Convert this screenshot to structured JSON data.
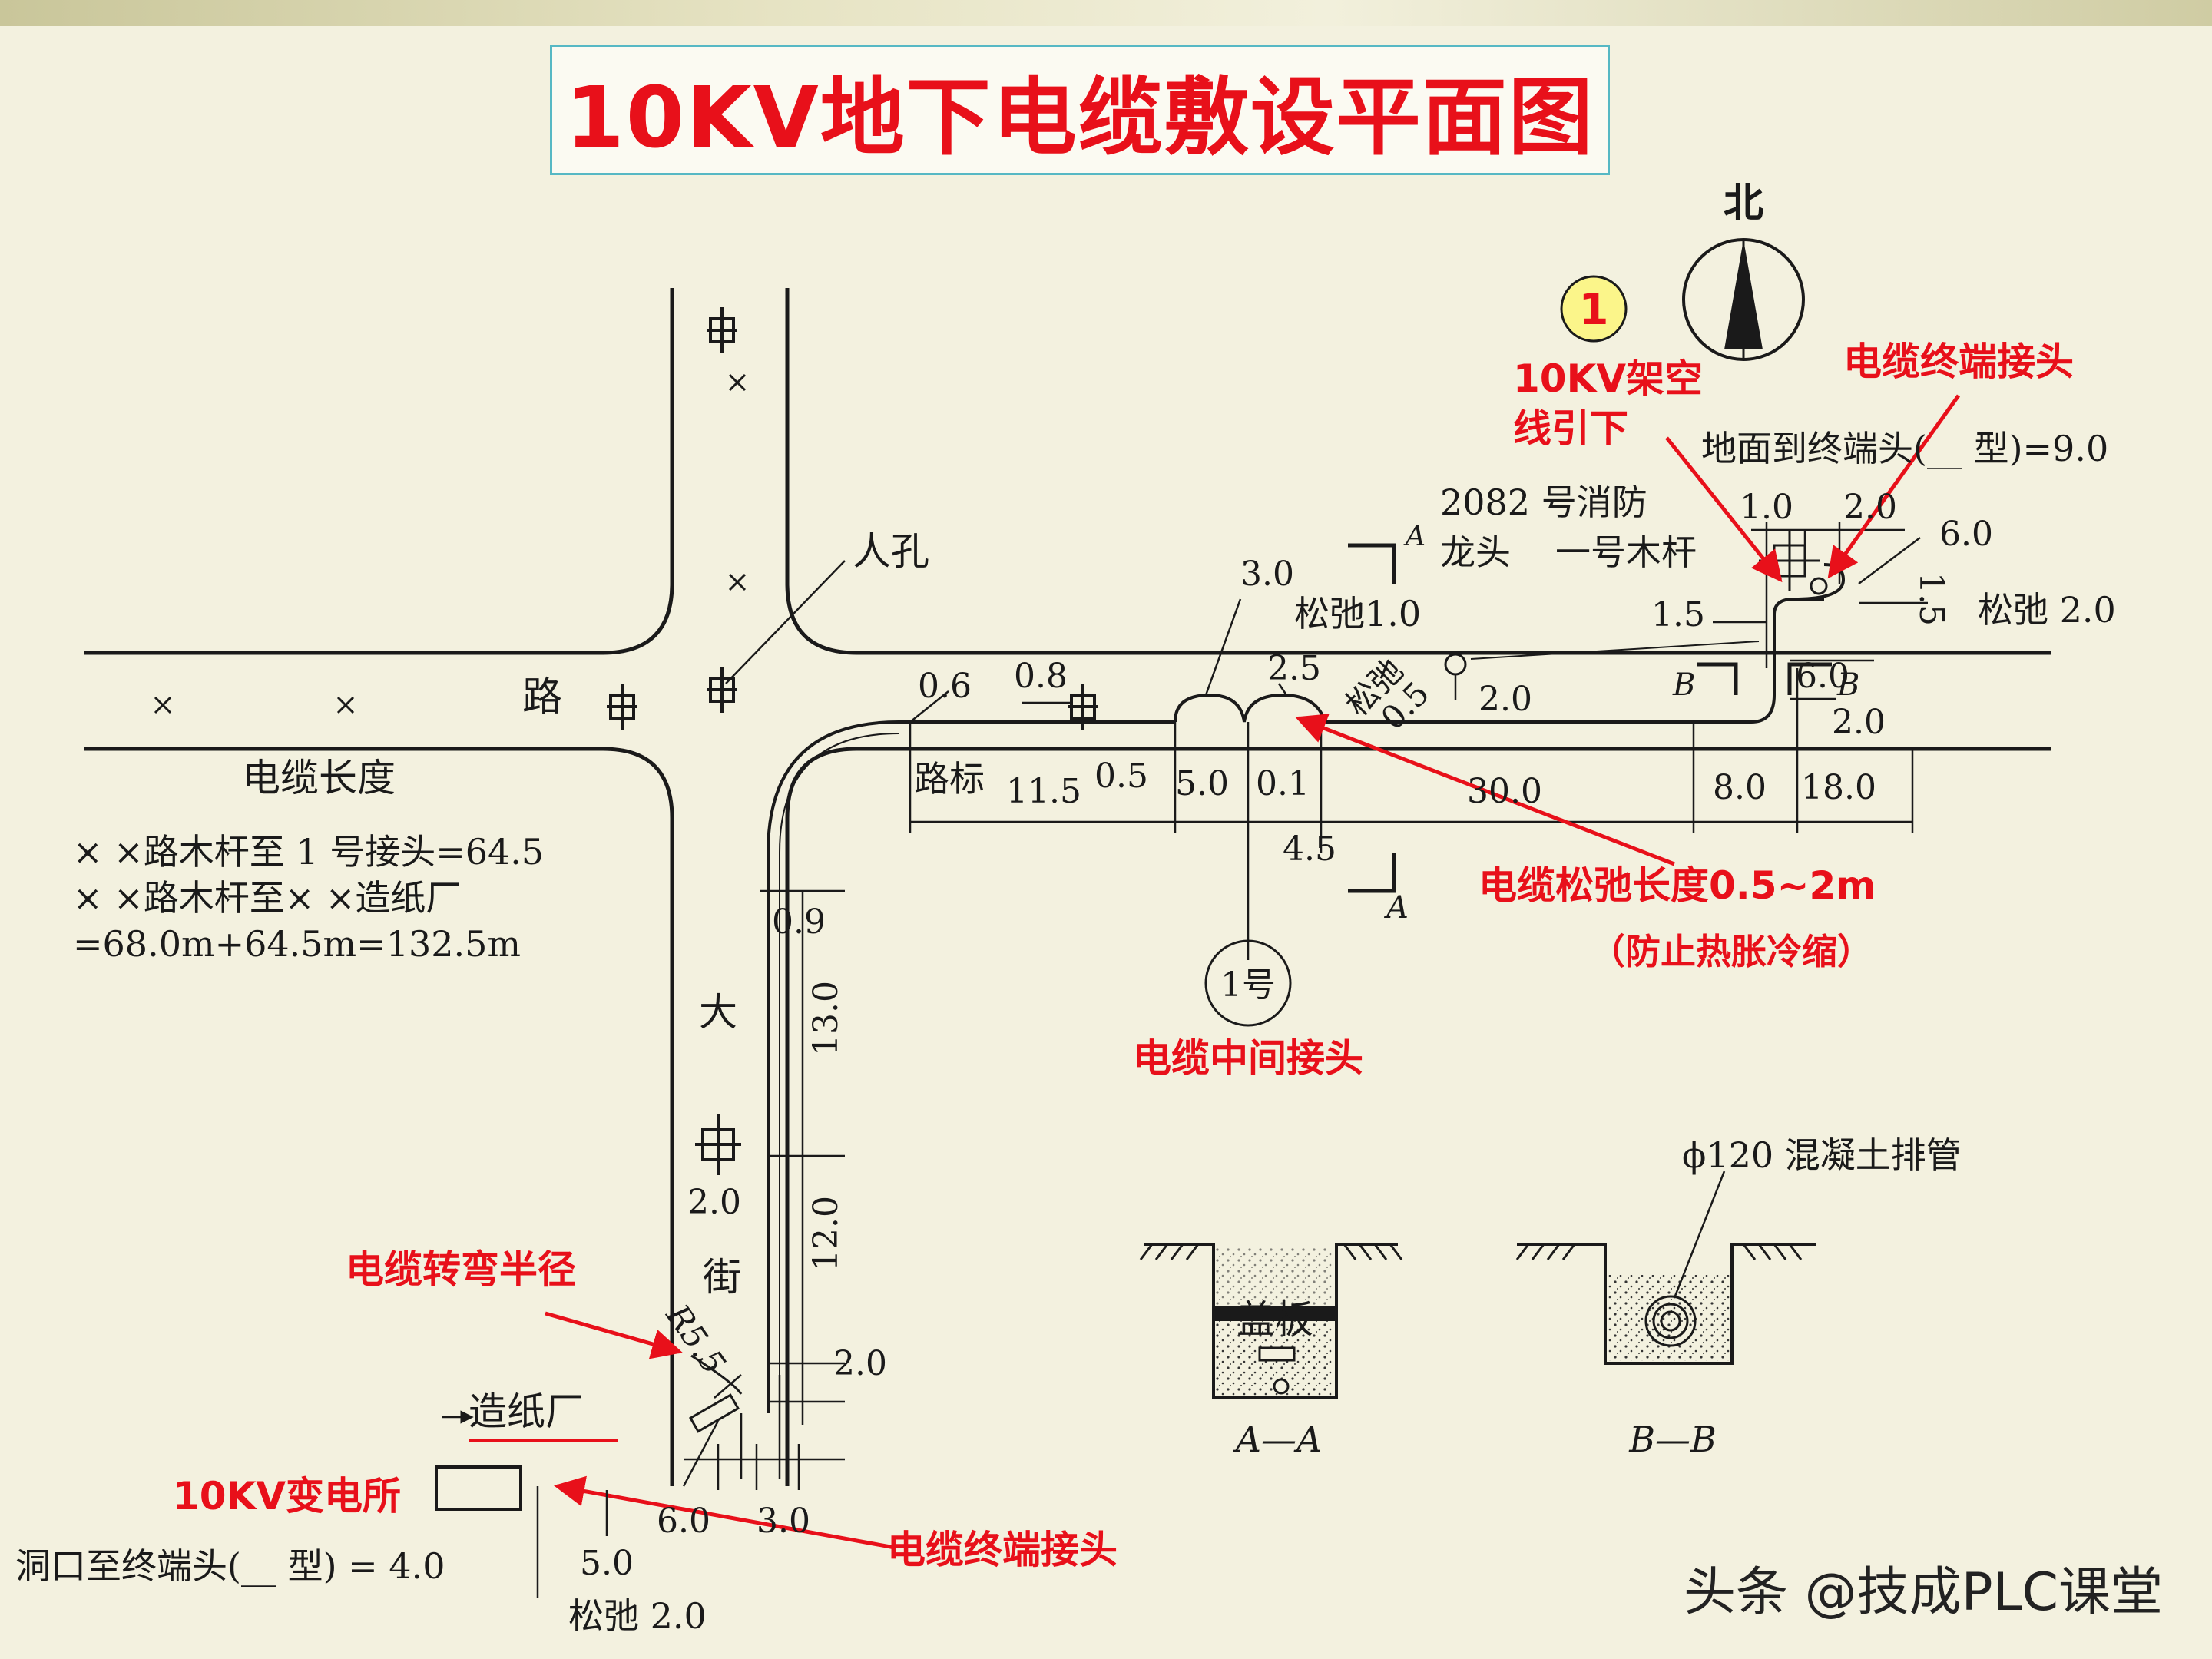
{
  "title": "10KV地下电缆敷设平面图",
  "north": {
    "label": "北"
  },
  "marker": {
    "label": "1"
  },
  "labels": {
    "overhead_line": [
      "10KV架空",
      "线引下"
    ],
    "terminal_top": "电缆终端接头",
    "ground_to_terminal": "地面到终端头(__ 型)=9.0",
    "hydrant": [
      "2082 号消防",
      "龙头"
    ],
    "pole1": "一号木杆",
    "manhole": "人孔",
    "road": "路",
    "street_da": "大",
    "street_jie": "街",
    "cable_length_title": "电缆长度",
    "cable_length_lines": [
      "× ×路木杆至 1 号接头=64.5",
      "× ×路木杆至× ×造纸厂",
      "=68.0m+64.5m=132.5m"
    ],
    "road_sign": "路标",
    "slack_1": "松弛1.0",
    "slack_05": [
      "松弛",
      "0.5"
    ],
    "slack_2": "松弛 2.0",
    "slack_bottom": "松弛 2.0",
    "joint_no": "1号",
    "joint_caption": "电缆中间接头",
    "slack_length": "电缆松弛长度0.5~2m",
    "slack_reason": "（防止热胀冷缩）",
    "bend_radius": "电缆转弯半径",
    "r_label": "R5.5",
    "paper_mill": "造纸厂",
    "substation": "10KV变电所",
    "terminal_bottom": "电缆终端接头",
    "hole_to_terminal": "洞口至终端头(__ 型) = 4.0",
    "pipe_label": "ϕ120 混凝土排管",
    "cover_plate": "盖板",
    "section_a": "A—A",
    "section_b": "B—B",
    "sec_letter_a": "A",
    "sec_letter_b": "B",
    "watermark": "头条 @技成PLC课堂"
  },
  "dims": {
    "d_0_6": "0.6",
    "d_0_8": "0.8",
    "d_3_0": "3.0",
    "d_2_5": "2.5",
    "d_2_0a": "2.0",
    "d_11_5": "11.5",
    "d_0_5": "0.5",
    "d_5_0": "5.0",
    "d_0_1": "0.1",
    "d_30_0": "30.0",
    "d_8_0": "8.0",
    "d_18_0": "18.0",
    "d_4_5": "4.5",
    "d_1_0": "1.0",
    "d_2_0top": "2.0",
    "d_6_0top": "6.0",
    "d_1_5a": "1.5",
    "d_1_5b": "1.5",
    "d_6_0b": "6.0",
    "d_2_0b": "2.0",
    "d_0_9": "0.9",
    "d_13_0": "13.0",
    "d_12_0": "12.0",
    "d_2_0c": "2.0",
    "d_2_0d": "2.0",
    "d_6_0c": "6.0",
    "d_3_0c": "3.0",
    "d_5_0c": "5.0"
  }
}
